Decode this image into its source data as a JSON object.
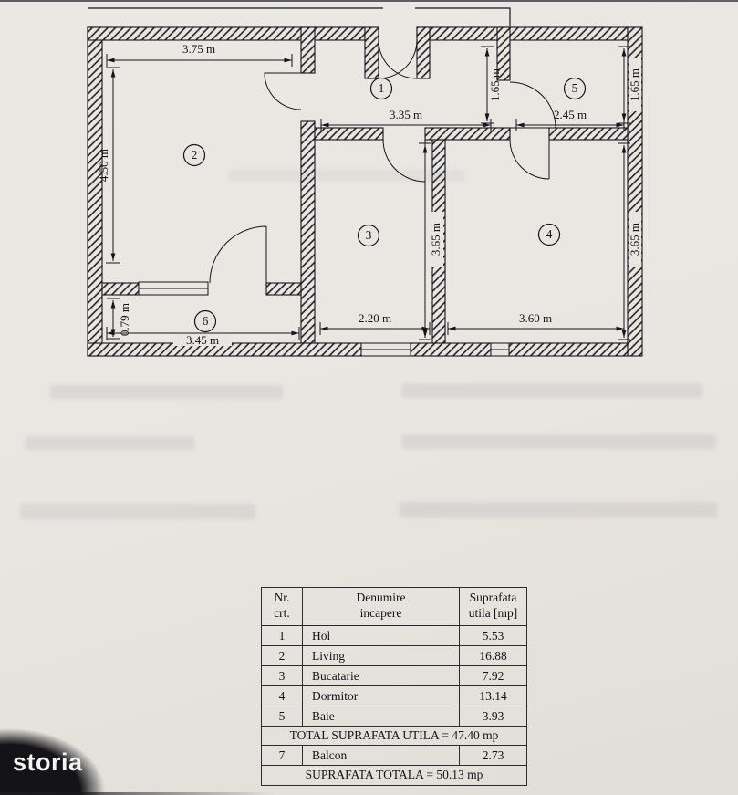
{
  "floorplan": {
    "rooms": {
      "hol": "1",
      "living": "2",
      "bucatarie": "3",
      "dormitor": "4",
      "baie": "5",
      "balcon": "6"
    },
    "dims": {
      "living_width": "3.75 m",
      "living_height": "4.50 m",
      "hol_width": "3.35 m",
      "hol_height": "1.65 m",
      "baie_width": "2.45 m",
      "baie_height": "1.65 m",
      "bucatarie_height": "3.65 m",
      "dormitor_height": "3.65 m",
      "bucatarie_width": "2.20 m",
      "dormitor_width": "3.60 m",
      "balcon_height": "0.79 m",
      "balcon_width": "3.45 m"
    }
  },
  "table": {
    "header": {
      "nr": "Nr.\ncrt.",
      "name": "Denumire\nincapere",
      "area": "Suprafata\nutila [mp]"
    },
    "rows": [
      {
        "nr": "1",
        "name": "Hol",
        "area": "5.53"
      },
      {
        "nr": "2",
        "name": "Living",
        "area": "16.88"
      },
      {
        "nr": "3",
        "name": "Bucatarie",
        "area": "7.92"
      },
      {
        "nr": "4",
        "name": "Dormitor",
        "area": "13.14"
      },
      {
        "nr": "5",
        "name": "Baie",
        "area": "3.93"
      }
    ],
    "total_utila": "TOTAL SUPRAFATA UTILA = 47.40 mp",
    "balcon_row": {
      "nr": "7",
      "name": "Balcon",
      "area": "2.73"
    },
    "total_generala": "SUPRAFATA TOTALA = 50.13 mp"
  },
  "watermark": {
    "label": "storia"
  }
}
